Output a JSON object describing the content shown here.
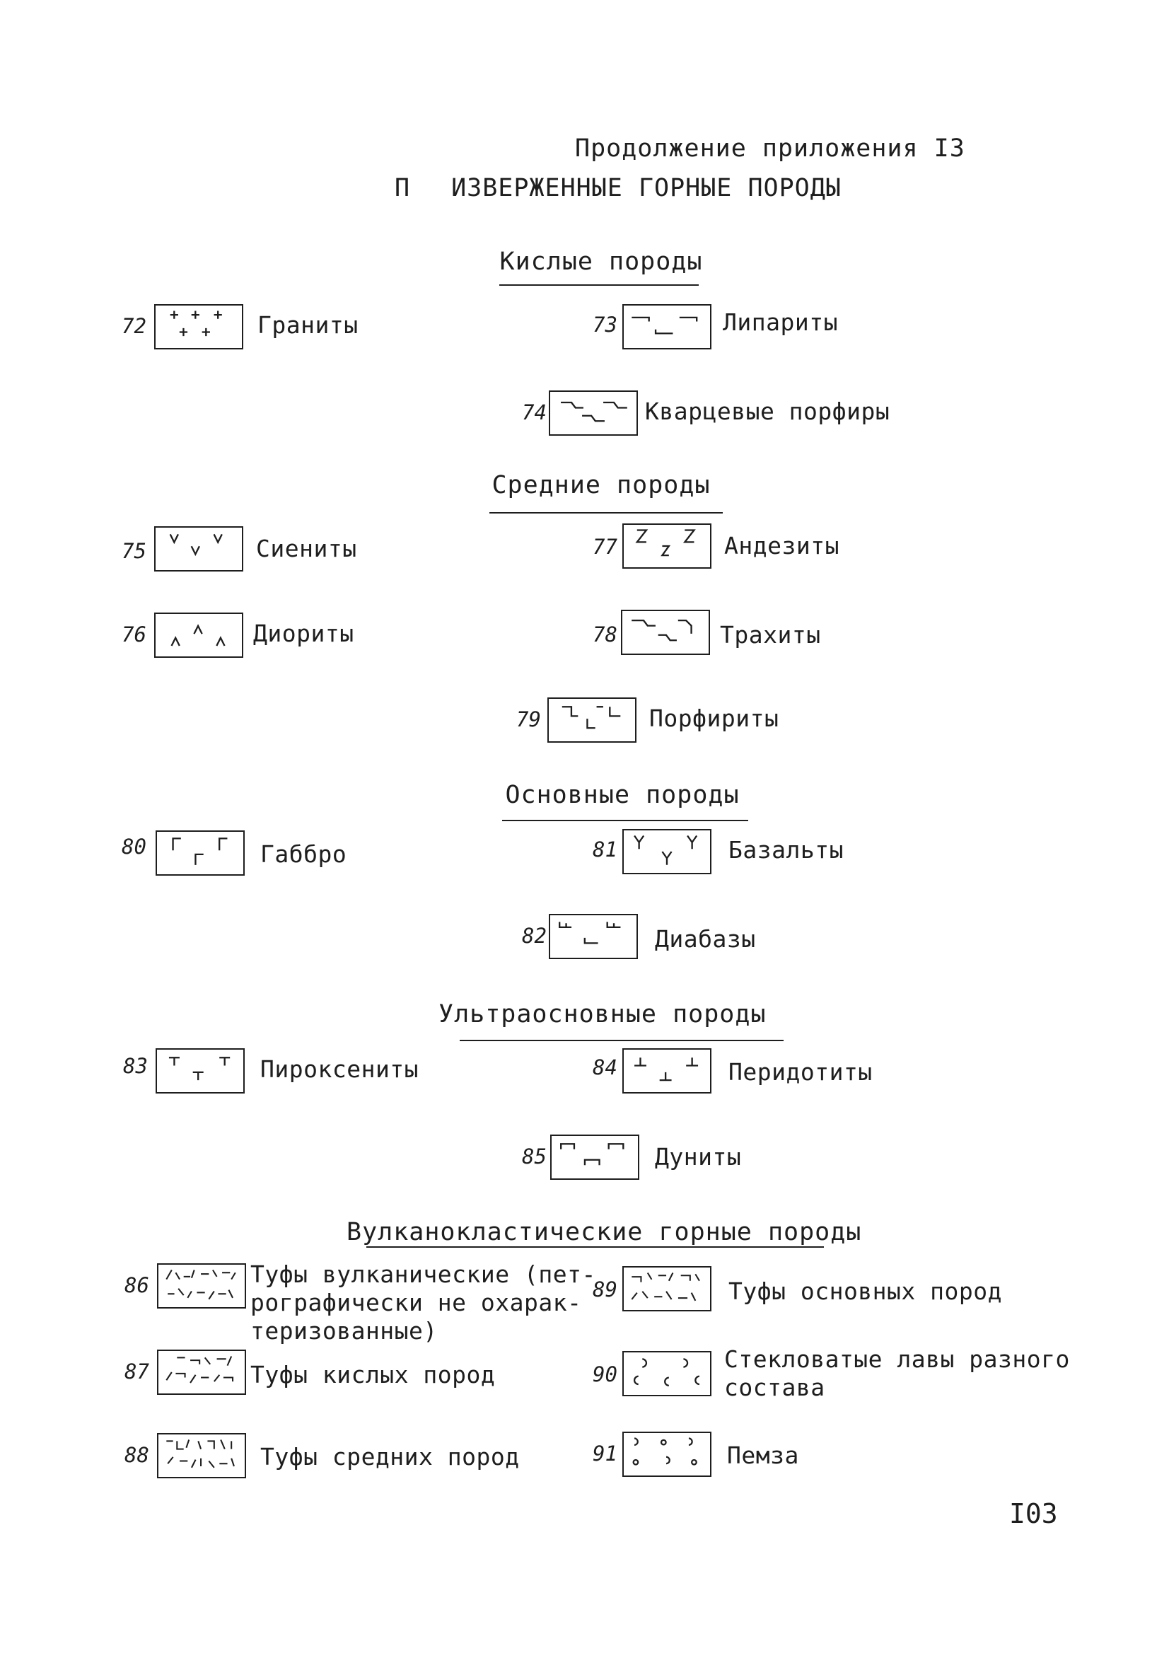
{
  "header": {
    "continuation": "Продолжение приложения I3",
    "section_roman": "П",
    "section_title": "ИЗВЕРЖЕННЫЕ ГОРНЫЕ ПОРОДЫ"
  },
  "groups": [
    "Кислые породы",
    "Средние породы",
    "Основные породы",
    "Ультраосновные породы",
    "Вулканокластические горные породы"
  ],
  "rocks": [
    {
      "num": "72",
      "label": "Граниты",
      "icon": "granite-pattern-icon"
    },
    {
      "num": "73",
      "label": "Липариты",
      "icon": "liparite-pattern-icon"
    },
    {
      "num": "74",
      "label": "Кварцевые порфиры",
      "icon": "quartz-porphyry-pattern-icon"
    },
    {
      "num": "75",
      "label": "Сиениты",
      "icon": "syenite-pattern-icon"
    },
    {
      "num": "76",
      "label": "Диориты",
      "icon": "diorite-pattern-icon"
    },
    {
      "num": "77",
      "label": "Андезиты",
      "icon": "andesite-pattern-icon"
    },
    {
      "num": "78",
      "label": "Трахиты",
      "icon": "trachyte-pattern-icon"
    },
    {
      "num": "79",
      "label": "Порфириты",
      "icon": "porphyrite-pattern-icon"
    },
    {
      "num": "80",
      "label": "Габбро",
      "icon": "gabbro-pattern-icon"
    },
    {
      "num": "81",
      "label": "Базальты",
      "icon": "basalt-pattern-icon"
    },
    {
      "num": "82",
      "label": "Диабазы",
      "icon": "diabase-pattern-icon"
    },
    {
      "num": "83",
      "label": "Пироксениты",
      "icon": "pyroxenite-pattern-icon"
    },
    {
      "num": "84",
      "label": "Перидотиты",
      "icon": "peridotite-pattern-icon"
    },
    {
      "num": "85",
      "label": "Дуниты",
      "icon": "dunite-pattern-icon"
    },
    {
      "num": "86",
      "label": "Туфы вулканические (пет-\nрографически не охарак-\nтеризованные)",
      "icon": "volcanic-tuff-pattern-icon"
    },
    {
      "num": "87",
      "label": "Туфы кислых пород",
      "icon": "acid-tuff-pattern-icon"
    },
    {
      "num": "88",
      "label": "Туфы средних пород",
      "icon": "intermediate-tuff-pattern-icon"
    },
    {
      "num": "89",
      "label": "Туфы основных пород",
      "icon": "basic-tuff-pattern-icon"
    },
    {
      "num": "90",
      "label": "Стекловатые лавы разного\nсостава",
      "icon": "glassy-lava-pattern-icon"
    },
    {
      "num": "91",
      "label": "Пемза",
      "icon": "pumice-pattern-icon"
    }
  ],
  "page_number": "I03"
}
